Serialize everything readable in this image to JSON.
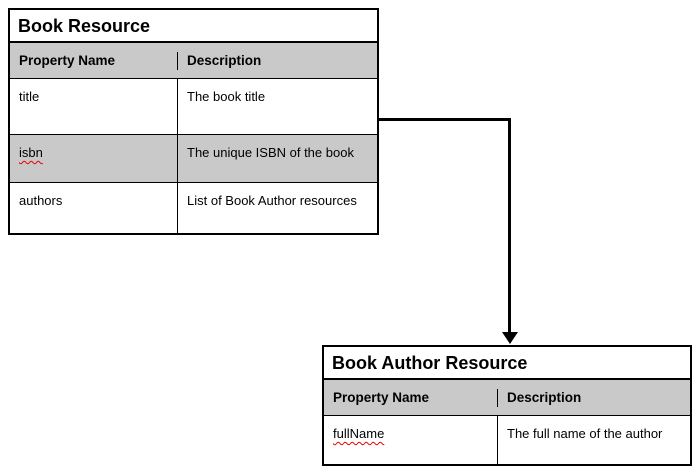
{
  "colors": {
    "header_row_bg": "#c9c9c9",
    "shaded_row_bg": "#c9c9c9",
    "border": "#000000",
    "misspell_underline": "#e80000",
    "background": "#ffffff"
  },
  "book_table": {
    "title": "Book Resource",
    "columns": [
      "Property Name",
      "Description"
    ],
    "rows": [
      {
        "property": "title",
        "description": "The book title"
      },
      {
        "property": "isbn",
        "description": "The unique ISBN of the book"
      },
      {
        "property": "authors",
        "description": "List of Book Author resources"
      }
    ]
  },
  "author_table": {
    "title": "Book Author Resource",
    "columns": [
      "Property Name",
      "Description"
    ],
    "rows": [
      {
        "property": "fullName",
        "description": "The full name of the author"
      }
    ]
  }
}
